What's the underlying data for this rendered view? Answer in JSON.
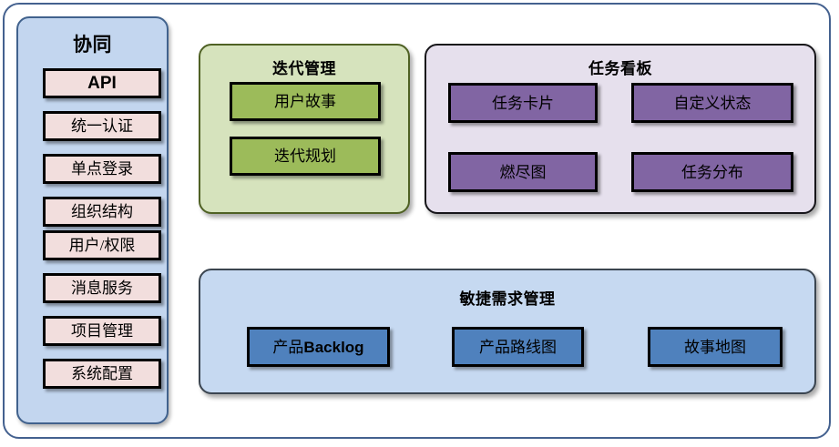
{
  "diagram": {
    "title_font_note": "",
    "colors": {
      "outer_frame_border": "#44618f",
      "sidebar_fill": "#c3d6ef",
      "sidebar_border": "#41628d",
      "sidebar_item_fill": "#f2dedd",
      "iteration_fill": "#d6e3bd",
      "iteration_border": "#4f6124",
      "iteration_item_fill": "#9cbb5a",
      "taskboard_fill": "#e6e0ed",
      "taskboard_border": "#17161a",
      "taskboard_item_fill": "#8165a3",
      "agile_fill": "#c6d9f1",
      "agile_border": "#3b4550",
      "agile_item_fill": "#4f81bd",
      "box_border": "#000000"
    }
  },
  "sidebar": {
    "title": "协同",
    "items": [
      {
        "label": "API"
      },
      {
        "label": "统一认证"
      },
      {
        "label": "单点登录"
      },
      {
        "label": "组织结构"
      },
      {
        "label": "用户/权限"
      },
      {
        "label": "消息服务"
      },
      {
        "label": "项目管理"
      },
      {
        "label": "系统配置"
      }
    ]
  },
  "iteration": {
    "title": "迭代管理",
    "items": [
      {
        "label": "用户故事"
      },
      {
        "label": "迭代规划"
      }
    ]
  },
  "taskboard": {
    "title": "任务看板",
    "items": [
      {
        "label": "任务卡片"
      },
      {
        "label": "自定义状态"
      },
      {
        "label": "燃尽图"
      },
      {
        "label": "任务分布"
      }
    ]
  },
  "agile": {
    "title": "敏捷需求管理",
    "items": [
      {
        "label_cjk": "产品",
        "label_latin": "Backlog",
        "label": "产品Backlog"
      },
      {
        "label": "产品路线图"
      },
      {
        "label": "故事地图"
      }
    ]
  }
}
